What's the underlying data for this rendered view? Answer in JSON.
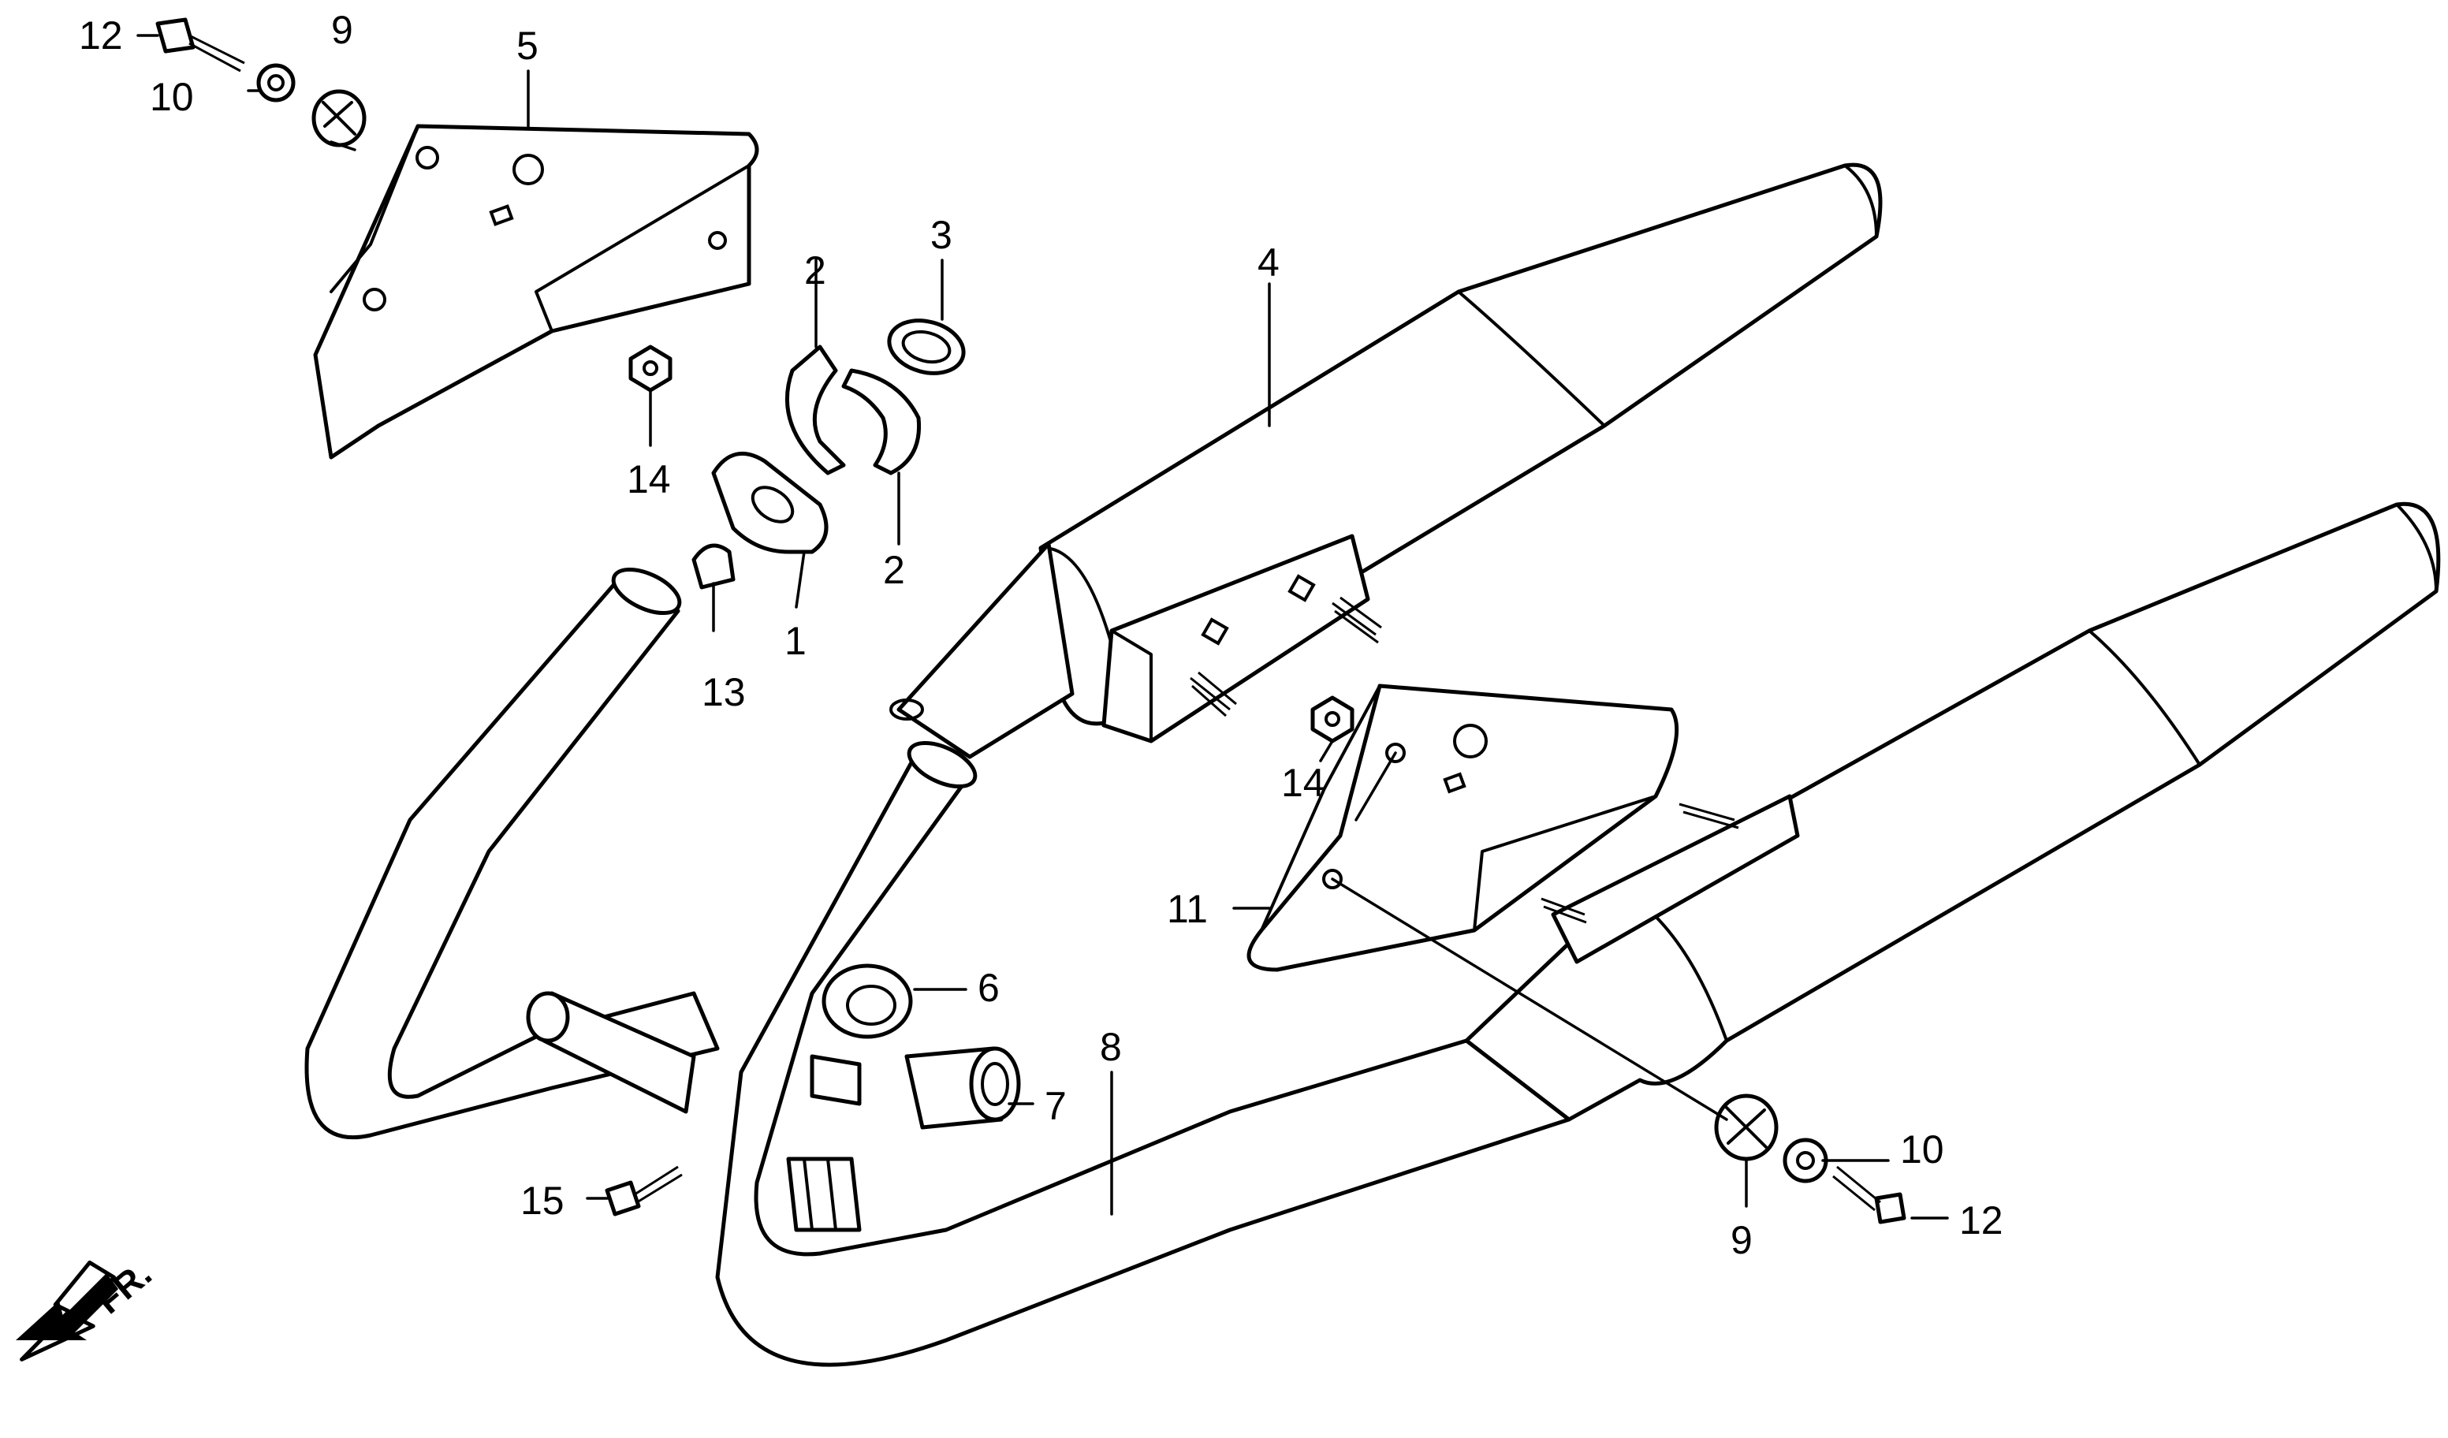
{
  "callouts": {
    "c1": "1",
    "c2a": "2",
    "c2b": "2",
    "c3": "3",
    "c4": "4",
    "c5": "5",
    "c6": "6",
    "c7": "7",
    "c8": "8",
    "c9a": "9",
    "c9b": "9",
    "c10a": "10",
    "c10b": "10",
    "c11": "11",
    "c12a": "12",
    "c12b": "12",
    "c13": "13",
    "c14a": "14",
    "c14b": "14",
    "c15": "15"
  },
  "direction": {
    "label": "FR."
  }
}
